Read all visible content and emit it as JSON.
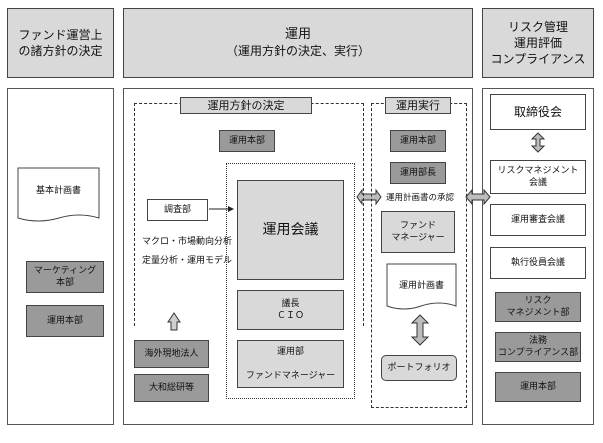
{
  "headers": {
    "left": "ファンド運営上\nの諸方針の決定",
    "center_title": "運用",
    "center_sub": "（運用方針の決定、実行）",
    "right": "リスク管理\n運用評価\nコンプライアンス"
  },
  "left_panel": {
    "doc": "基本計画書",
    "boxes": [
      "マーケティング\n本部",
      "運用本部"
    ]
  },
  "policy": {
    "title": "運用方針の決定",
    "unyo_honbu": "運用本部",
    "chosa": "調査部",
    "text1": "マクロ・市場動向分析",
    "text2": "定量分析・運用モデル",
    "overseas": "海外現地法人",
    "daiwa": "大和総研等"
  },
  "meeting": {
    "title": "運用会議",
    "chair": "議長\nＣＩＯ",
    "members": "運用部\n\nファンドマネージャー"
  },
  "execution": {
    "title": "運用実行",
    "unyo_honbu": "運用本部",
    "bucho": "運用部長",
    "approval": "運用計画書の承認",
    "fm": "ファンド\nマネージャー",
    "plan": "運用計画書",
    "portfolio": "ポートフォリオ"
  },
  "right_panel": {
    "board": "取締役会",
    "items": [
      "リスクマネジメント\n会議",
      "運用審査会議",
      "執行役員会議"
    ],
    "gray": [
      "リスク\nマネジメント部",
      "法務\nコンプライアンス部",
      "運用本部"
    ]
  }
}
